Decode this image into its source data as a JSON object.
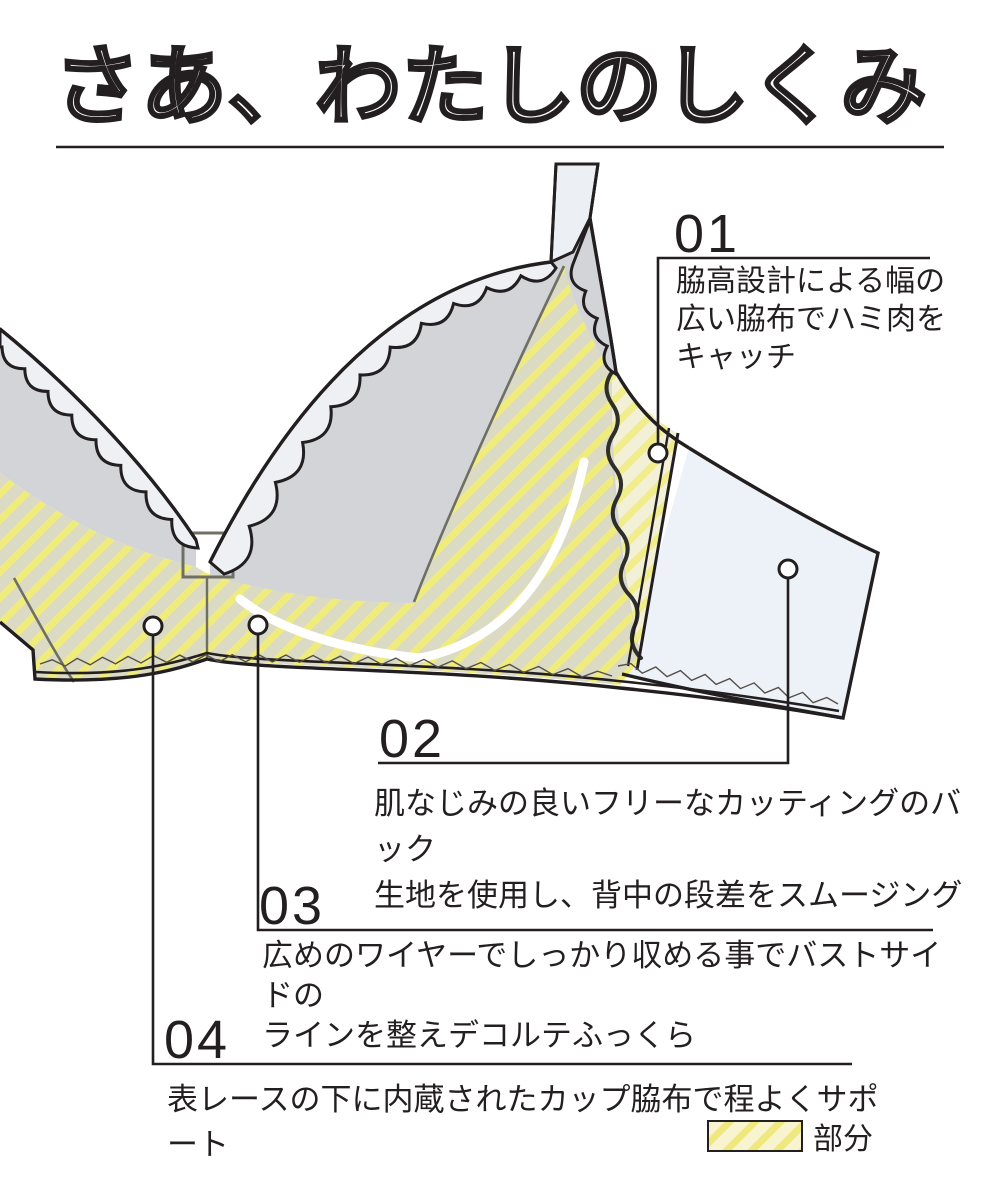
{
  "title": {
    "text": "さあ、わたしのしくみ"
  },
  "diagram": {
    "subject": "bra-construction-illustration"
  },
  "features": [
    {
      "number": "01",
      "text": "脇高設計による幅の\n広い脇布でハミ肉を\nキャッチ"
    },
    {
      "number": "02",
      "text": "肌なじみの良いフリーなカッティングのバック\n生地を使用し、背中の段差をスムージング"
    },
    {
      "number": "03",
      "text": "広めのワイヤーでしっかり収める事でバストサイドの\nラインを整えデコルテふっくら"
    },
    {
      "number": "04",
      "text": "表レースの下に内蔵されたカップ脇布で程よくサポート"
    }
  ],
  "legend": {
    "label": "部分",
    "swatch": "yellow-diagonal-hatch"
  },
  "colors": {
    "line": "#231f20",
    "cup_gray": "#d2d4d8",
    "lace_light": "#eef0f4",
    "wing_blue": "#ecf2f7",
    "hatch_base": "#dadac5",
    "panel_base": "#f2f0d6",
    "stripe_yellow": "#f0ec7c",
    "seam_gray": "#6f6f63",
    "wire_highlight": "#ffffff"
  }
}
